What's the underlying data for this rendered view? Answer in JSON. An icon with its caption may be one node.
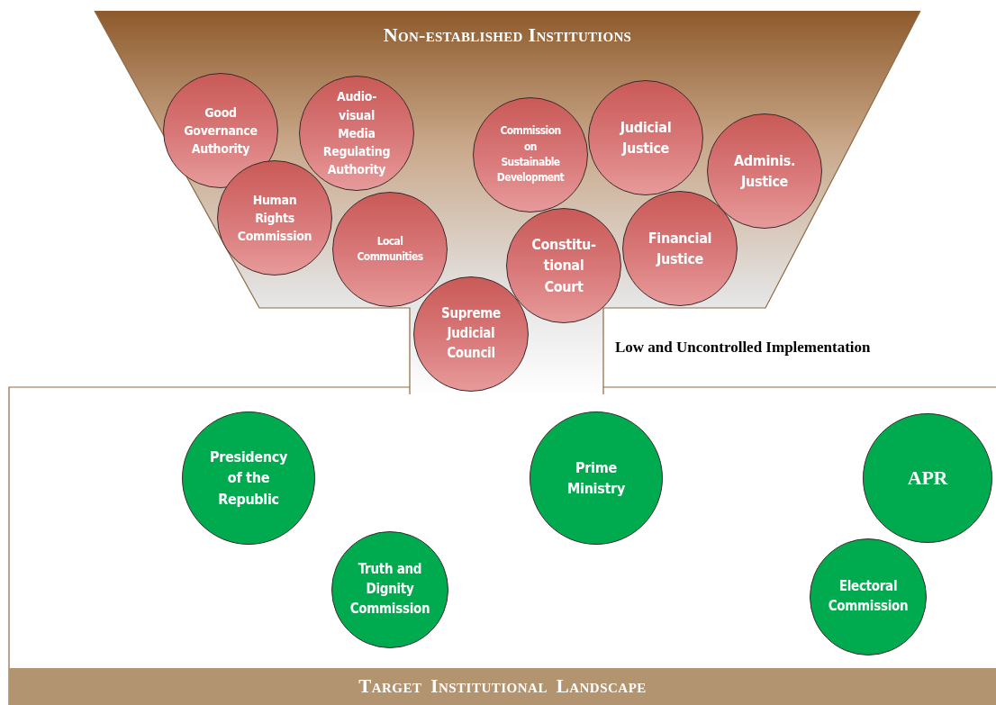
{
  "diagram": {
    "nodes": [
      {
        "text": [
          "Non-established Institutions"
        ]
      },
      {
        "text": [
          "Good Governance Authority"
        ],
        "in": 0
      },
      {
        "text": [
          "Audio-visual Media Regulating Authority"
        ],
        "in": 0
      },
      {
        "text": [
          "Human Rights Commission"
        ],
        "in": 0
      },
      {
        "text": [
          "Local Communities"
        ],
        "in": 0
      },
      {
        "text": [
          "Commission on Sustainable Development"
        ],
        "in": 0
      },
      {
        "text": [
          "Judicial Justice"
        ],
        "in": 0
      },
      {
        "text": [
          "Adminis. Justice"
        ],
        "in": 0
      },
      {
        "text": [
          "Constitu-tional Court"
        ],
        "in": 0
      },
      {
        "text": [
          "Financial Justice"
        ],
        "in": 0
      },
      {
        "text": [
          "Supreme Judicial Council"
        ],
        "in": 0
      },
      {
        "text": [
          "Target Institutional Landscape"
        ]
      },
      {
        "text": [
          "Presidency of the Republic"
        ],
        "in": 11
      },
      {
        "text": [
          "Truth and Dignity Commission"
        ],
        "in": 11
      },
      {
        "text": [
          "Prime Ministry"
        ],
        "in": 11
      },
      {
        "text": [
          "APR"
        ],
        "in": 11
      },
      {
        "text": [
          "Electoral Commission"
        ],
        "in": 11
      }
    ],
    "labels": [
      "Low and Uncontrolled Implementation"
    ]
  }
}
